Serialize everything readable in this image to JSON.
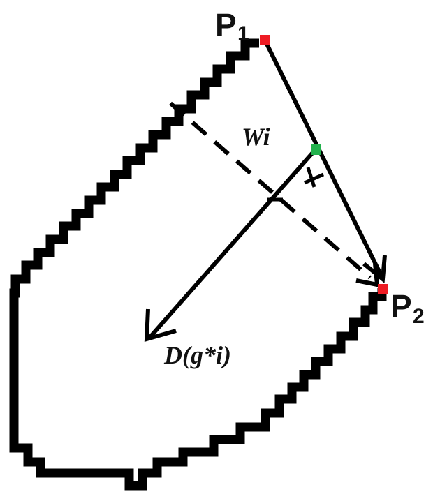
{
  "labels": {
    "p1_main": "P",
    "p1_sub": "1",
    "p2_main": "P",
    "p2_sub": "2",
    "wi": "Wi",
    "direction": "D(g*i)"
  },
  "colors": {
    "outline": "#000000",
    "endpoint": "#ee1c24",
    "midpoint": "#22b14c",
    "text": "#111111"
  }
}
